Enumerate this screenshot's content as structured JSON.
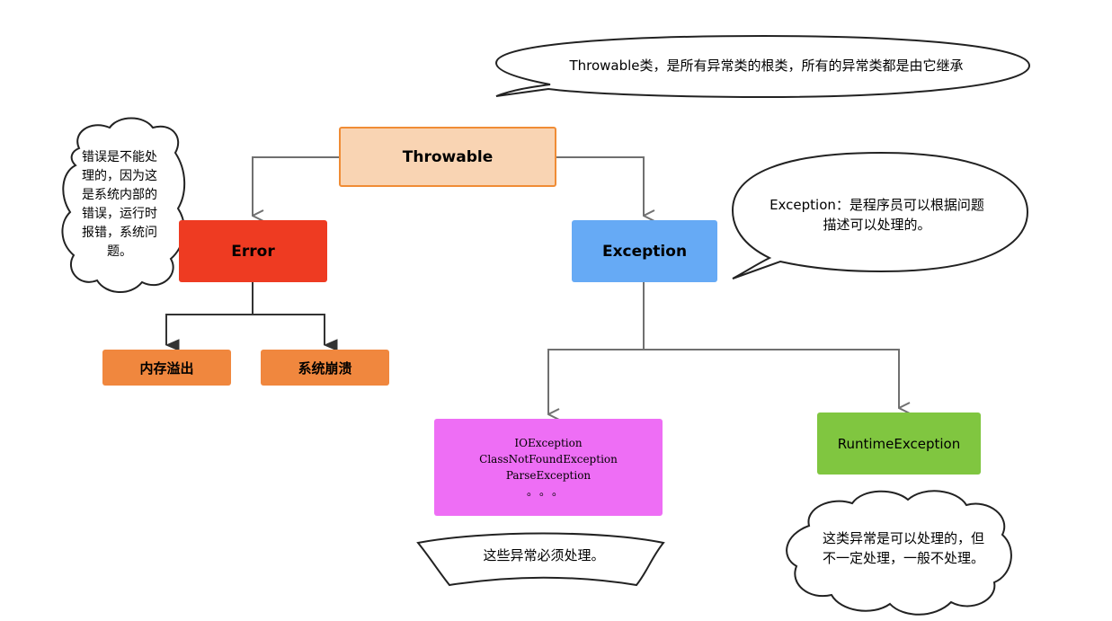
{
  "nodes": {
    "throwable": {
      "label": "Throwable",
      "color": "#f9d4b3",
      "border": "#f08c35"
    },
    "error": {
      "label": "Error",
      "color": "#ee3b22"
    },
    "exception": {
      "label": "Exception",
      "color": "#66aaf5"
    },
    "out_of_memory": {
      "label": "内存溢出",
      "color": "#f0873e"
    },
    "system_crash": {
      "label": "系统崩溃",
      "color": "#f0873e"
    },
    "checked": {
      "lines": [
        "IOException",
        "ClassNotFoundException",
        "ParseException",
        "。。。"
      ],
      "color": "#ee6ef5"
    },
    "runtime": {
      "label": "RuntimeException",
      "color": "#80c640"
    }
  },
  "notes": {
    "throwable": "Throwable类，是所有异常类的根类，所有的异常类都是由它继承",
    "exception": [
      "Exception：是程序员可以根据问题",
      "描述可以处理的。"
    ],
    "error": [
      "错误是不能处",
      "理的，因为这",
      "是系统内部的",
      "错误，运行时",
      "报错，系统问",
      "题。"
    ],
    "checked": "这些异常必须处理。",
    "runtime": [
      "这类异常是可以处理的，但",
      "不一定处理，一般不处理。"
    ]
  },
  "edge_color": "#707070"
}
